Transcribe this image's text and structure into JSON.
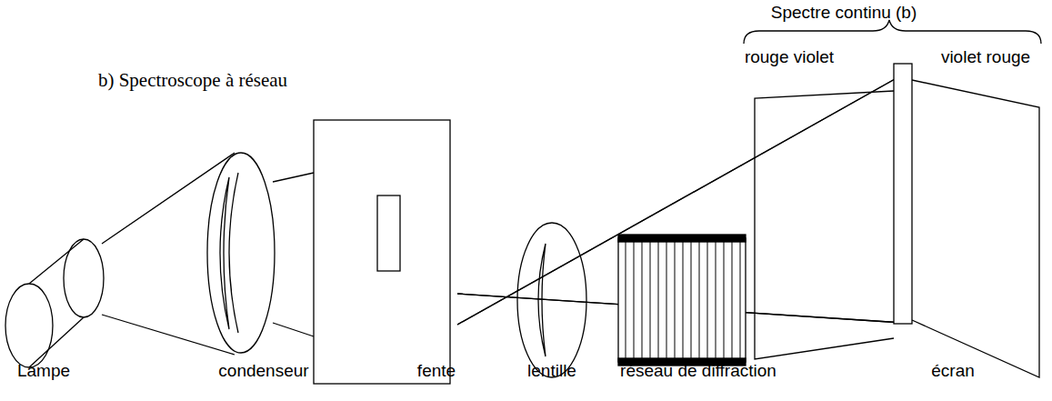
{
  "diagram": {
    "title": "b) Spectroscope à réseau",
    "labels": [
      "Spectre continu (b)",
      "rouge violet",
      "violet rouge",
      "Lampe",
      "condenseur",
      "fente",
      "lentille",
      "réseau de diffraction",
      "écran"
    ]
  }
}
